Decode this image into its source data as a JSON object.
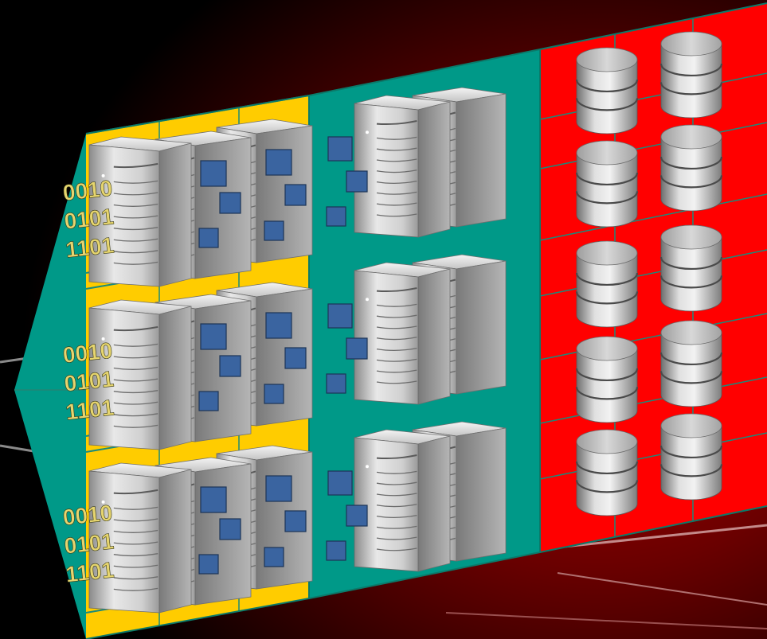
{
  "palette": {
    "background": "#000000",
    "glow": "#a60000",
    "tier_client": "#ffcc00",
    "tier_app": "#009988",
    "tier_data": "#ff0000",
    "grid_line": "#1a8a7a",
    "binary_text": "#e6d56f",
    "chip": "#3a64a0",
    "server": "#c8c8c8",
    "disk": "#bdbdbd"
  },
  "binary_blocks": [
    {
      "lines": [
        "0010",
        "0101",
        "1101"
      ]
    },
    {
      "lines": [
        "0010",
        "0101",
        "1101"
      ]
    },
    {
      "lines": [
        "0010",
        "0101",
        "1101"
      ]
    }
  ],
  "icons": {
    "client_tier": "server-tower-icon",
    "app_tier": "server-tower-icon",
    "data_tier": "database-cylinder-icon",
    "chip": "memory-chip-icon"
  }
}
